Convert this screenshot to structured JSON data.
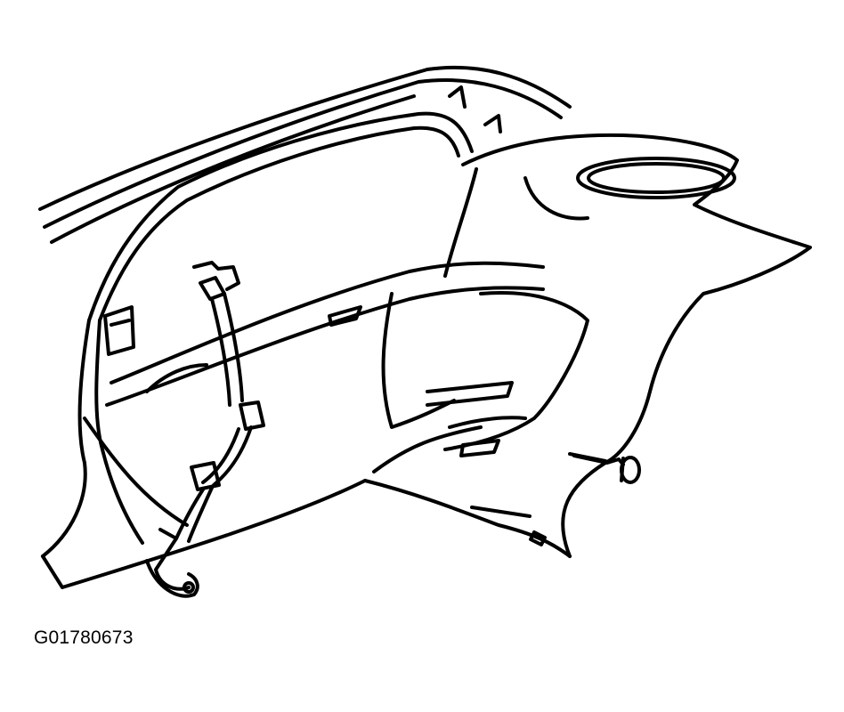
{
  "figure": {
    "id_label": "G01780673",
    "line_color": "#000000",
    "background_color": "#ffffff"
  },
  "parts": [
    "roof-rail",
    "rear-window-opening",
    "quarter-trim-panel",
    "rear-shelf-panel",
    "speaker-grille",
    "seat-belt-upper-guide",
    "seat-belt-webbing",
    "seat-belt-anchor",
    "trim-push-retainer"
  ]
}
